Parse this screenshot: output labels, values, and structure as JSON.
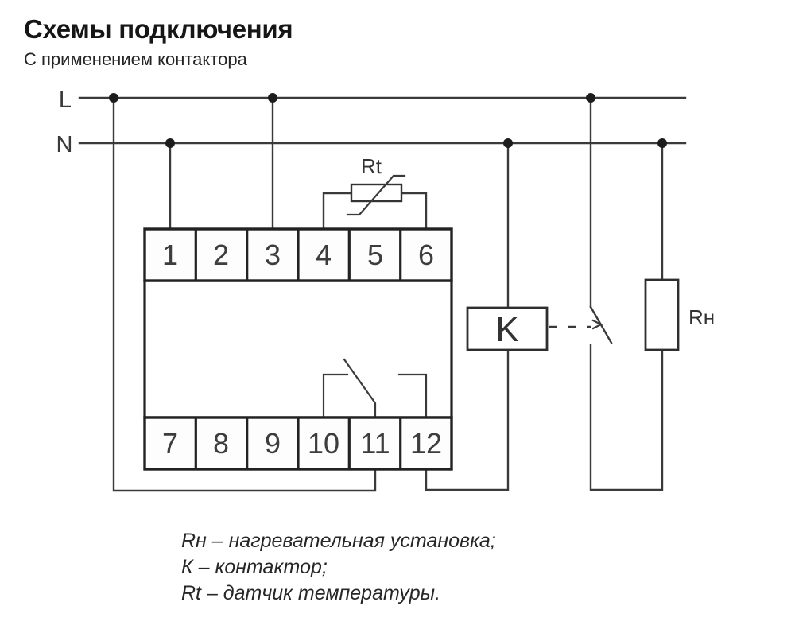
{
  "header": {
    "title": "Схемы подключения",
    "subtitle": "С применением контактора"
  },
  "diagram": {
    "power_lines": {
      "line_label": "L",
      "neutral_label": "N"
    },
    "device": {
      "top_terminals": [
        "1",
        "2",
        "3",
        "4",
        "5",
        "6"
      ],
      "bottom_terminals": [
        "7",
        "8",
        "9",
        "10",
        "11",
        "12"
      ]
    },
    "components": {
      "temperature_sensor_label": "Rt",
      "contactor_label": "K",
      "heater_label": "Rн"
    }
  },
  "legend": {
    "lines": [
      "Rн – нагревательная установка;",
      "К – контактор;",
      "Rt – датчик температуры."
    ]
  },
  "colors": {
    "wire": "#3a3a3a",
    "device_border": "#222222",
    "dot": "#1c1c1c",
    "text": "#222222",
    "background": "#ffffff"
  }
}
